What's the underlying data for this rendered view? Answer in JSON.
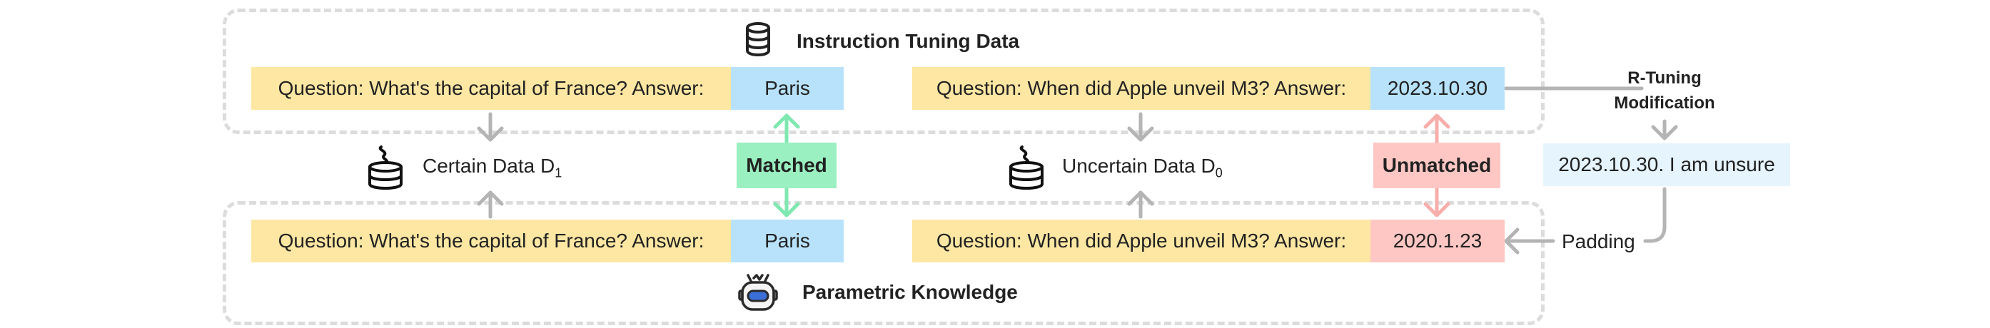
{
  "instruction_tuning": {
    "title": "Instruction Tuning Data",
    "icon": "database-icon"
  },
  "parametric": {
    "title": "Parametric Knowledge",
    "icon": "robot-icon"
  },
  "left": {
    "question_top": "Question: What's the capital of France? Answer:",
    "answer_top": "Paris",
    "question_bottom": "Question: What's the capital of France? Answer:",
    "answer_bottom": "Paris",
    "status": "Matched",
    "dataset_label": "Certain Data D",
    "dataset_sub": "1",
    "dataset_icon": "database-stack-icon"
  },
  "right": {
    "question_top": "Question: When did Apple unveil M3? Answer:",
    "answer_top": "2023.10.30",
    "question_bottom": "Question: When did Apple unveil M3? Answer:",
    "answer_bottom": "2020.1.23",
    "status": "Unmatched",
    "dataset_label": "Uncertain Data D",
    "dataset_sub": "0",
    "dataset_icon": "database-stack-icon"
  },
  "rtuning": {
    "title_line1": "R-Tuning",
    "title_line2": "Modification",
    "result": "2023.10.30. I am unsure",
    "padding_label": "Padding"
  },
  "colors": {
    "question_bg": "#fde7a3",
    "answer_blue": "#b8e2fb",
    "answer_red": "#ffc7c4",
    "matched_green": "#9af0c0",
    "arrow_gray": "#b4b4b4",
    "arrow_green": "#7fe8b0",
    "arrow_red": "#f8aeaa"
  }
}
